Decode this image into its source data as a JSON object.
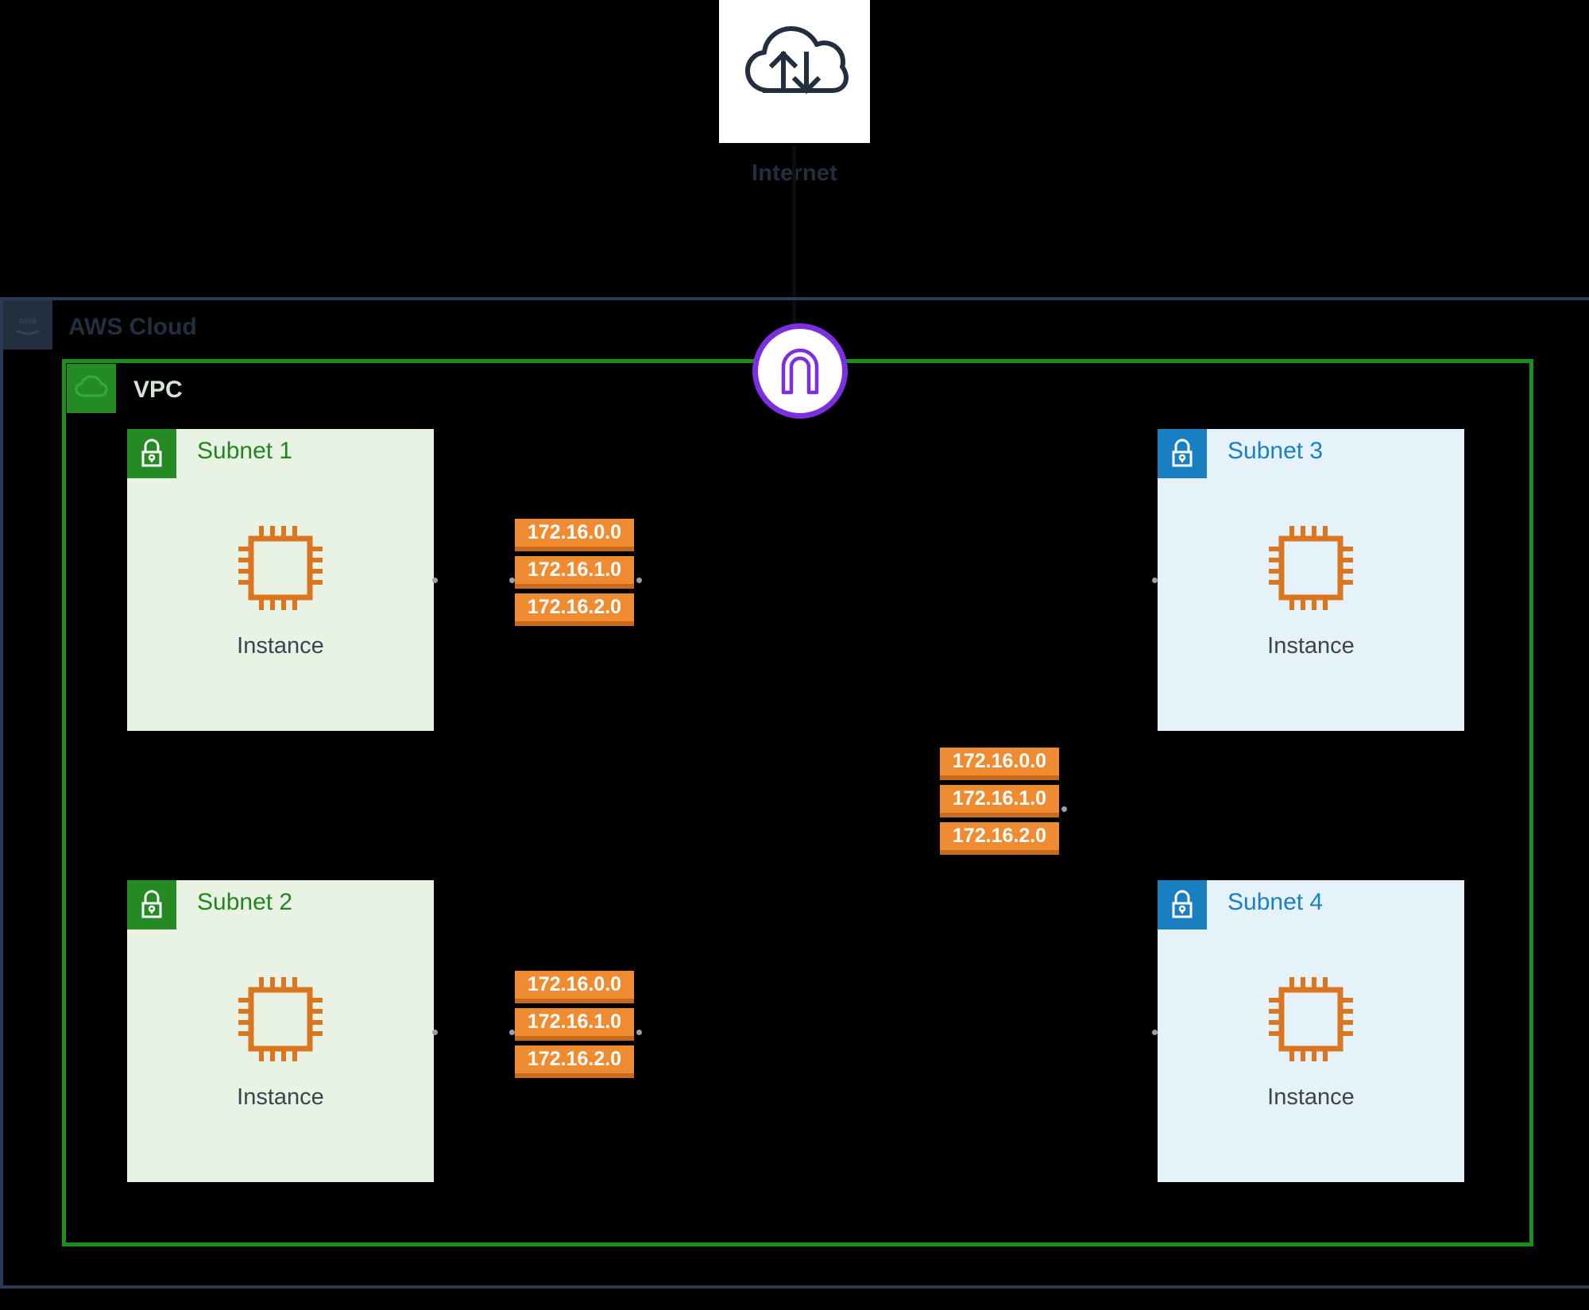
{
  "diagram": {
    "background_color": "#000000",
    "internet": {
      "label": "Internet",
      "icon": "cloud-upload-download-icon"
    },
    "aws_cloud": {
      "title": "AWS Cloud",
      "icon": "aws-cloud-icon",
      "border_color": "#2b3a50"
    },
    "vpc": {
      "title": "VPC",
      "icon": "vpc-icon",
      "border_color": "#1a8f1a"
    },
    "internet_gateway": {
      "icon": "internet-gateway-icon",
      "color": "#7b2fe0"
    },
    "subnets": [
      {
        "id": "subnet-1",
        "title": "Subnet 1",
        "type": "private",
        "accent_color": "#248a24",
        "fill_color": "#e9f3e4",
        "icon": "lock-icon",
        "resource": {
          "label": "Instance",
          "icon": "instance-chip-icon",
          "color": "#d9761f"
        }
      },
      {
        "id": "subnet-2",
        "title": "Subnet 2",
        "type": "private",
        "accent_color": "#248a24",
        "fill_color": "#e9f3e4",
        "icon": "lock-icon",
        "resource": {
          "label": "Instance",
          "icon": "instance-chip-icon",
          "color": "#d9761f"
        }
      },
      {
        "id": "subnet-3",
        "title": "Subnet 3",
        "type": "public",
        "accent_color": "#1a7fc1",
        "fill_color": "#e6f2fa",
        "icon": "lock-icon",
        "resource": {
          "label": "Instance",
          "icon": "instance-chip-icon",
          "color": "#d9761f"
        }
      },
      {
        "id": "subnet-4",
        "title": "Subnet 4",
        "type": "public",
        "accent_color": "#1a7fc1",
        "fill_color": "#e6f2fa",
        "icon": "lock-icon",
        "resource": {
          "label": "Instance",
          "icon": "instance-chip-icon",
          "color": "#d9761f"
        }
      }
    ],
    "route_label_color": "#ef8c32",
    "route_label_groups": [
      {
        "id": "routes-top-left",
        "near": "subnet-1",
        "labels": [
          "172.16.0.0",
          "172.16.1.0",
          "172.16.2.0"
        ]
      },
      {
        "id": "routes-middle",
        "near": "center",
        "labels": [
          "172.16.0.0",
          "172.16.1.0",
          "172.16.2.0"
        ]
      },
      {
        "id": "routes-bottom-left",
        "near": "subnet-2",
        "labels": [
          "172.16.0.0",
          "172.16.1.0",
          "172.16.2.0"
        ]
      }
    ]
  }
}
